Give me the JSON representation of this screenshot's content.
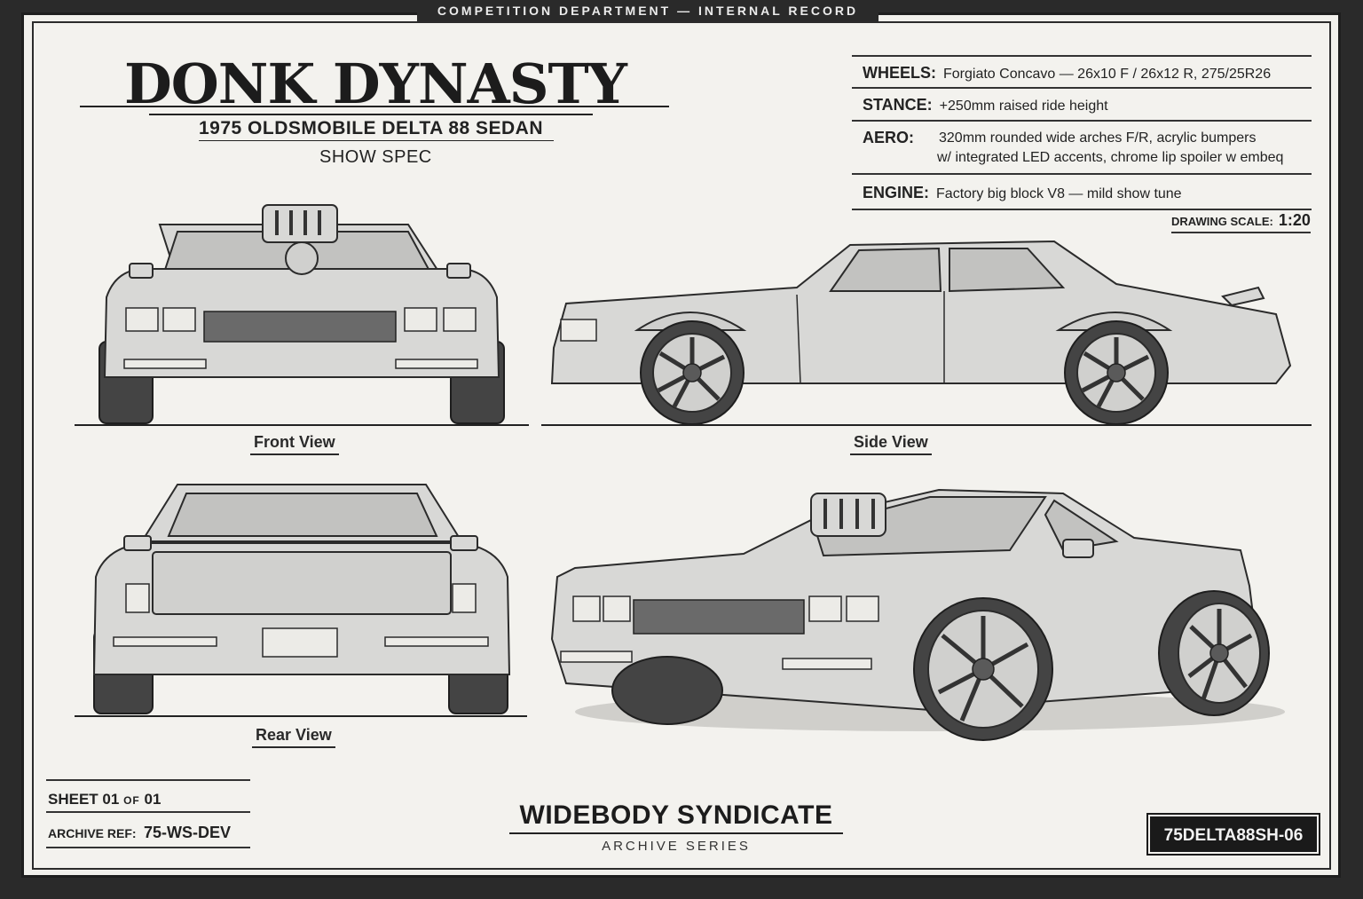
{
  "header": {
    "banner": "COMPETITION DEPARTMENT — INTERNAL RECORD"
  },
  "title": {
    "main": "DONK DYNASTY",
    "vehicle": "1975 OLDSMOBILE DELTA 88 SEDAN",
    "spec": "SHOW SPEC"
  },
  "specs": [
    {
      "key": "WHEELS:",
      "value": "Forgiato Concavo — 26x10 F / 26x12 R, 275/25R26"
    },
    {
      "key": "STANCE:",
      "value": "+250mm raised ride height"
    },
    {
      "key": "AERO:",
      "value": "320mm rounded wide arches F/R, acrylic bumpers",
      "value2": "w/ integrated LED accents, chrome lip spoiler w embeq"
    },
    {
      "key": "ENGINE:",
      "value": "Factory big block V8 — mild show tune"
    }
  ],
  "scale": {
    "label": "DRAWING SCALE:",
    "value": "1:20"
  },
  "views": {
    "front": "Front View",
    "side": "Side View",
    "rear": "Rear View"
  },
  "footer": {
    "sheet_label": "SHEET",
    "sheet_num": "01",
    "sheet_of": "OF",
    "sheet_total": "01",
    "archive_label": "ARCHIVE REF:",
    "archive_value": "75-WS-DEV",
    "brand": "WIDEBODY SYNDICATE",
    "brand_sub": "ARCHIVE SERIES",
    "code": "75DELTA88SH-06"
  },
  "colors": {
    "ink": "#222222",
    "paper": "#f3f2ee",
    "frame": "#2a2a2a"
  }
}
